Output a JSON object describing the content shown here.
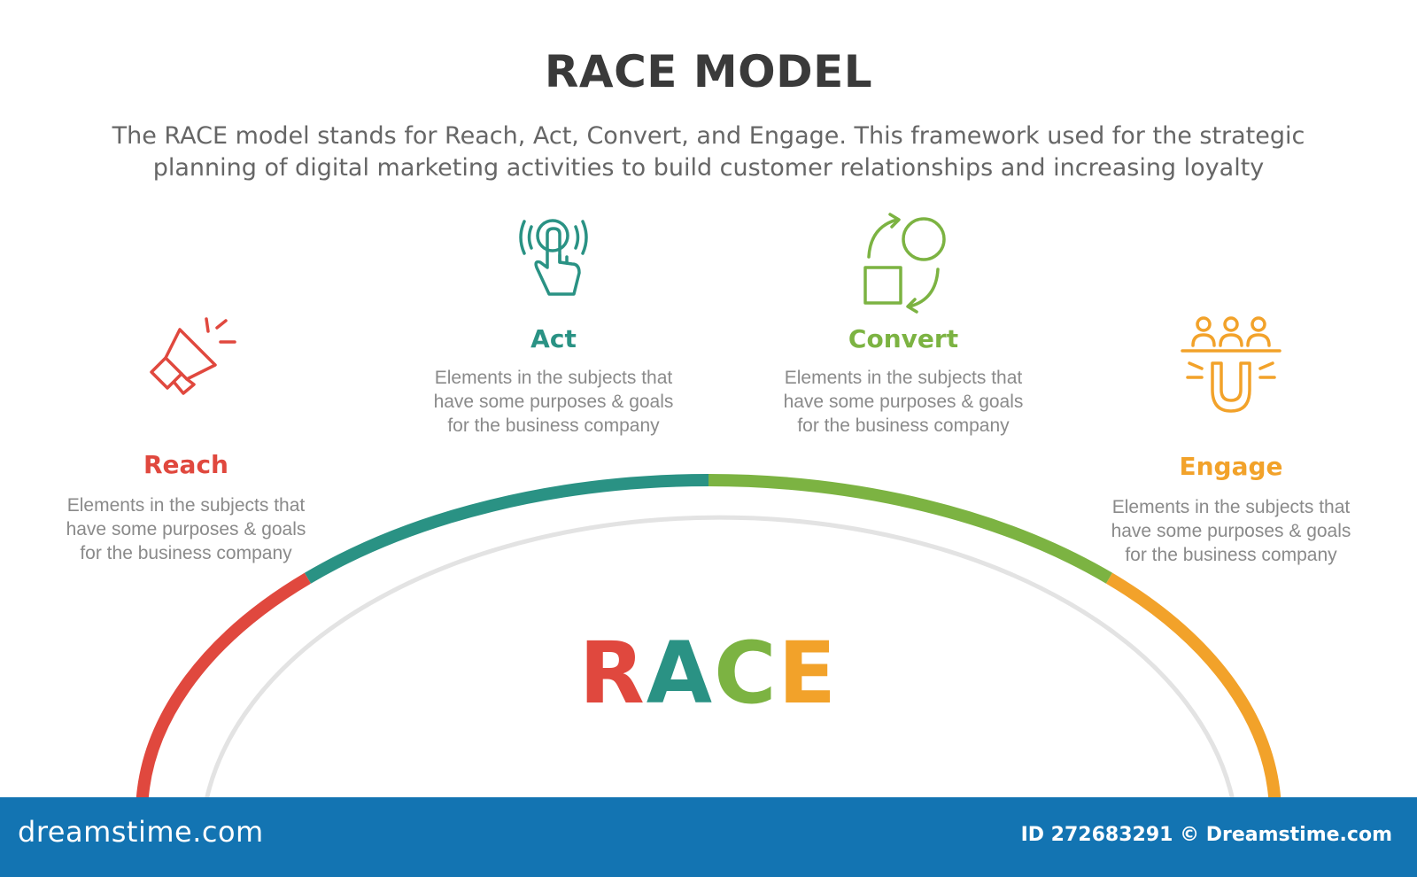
{
  "title": "RACE MODEL",
  "subtitle": "The RACE model stands for Reach, Act, Convert, and Engage. This framework used for the strategic planning of digital marketing activities to build customer relationships and increasing loyalty",
  "stages": [
    {
      "label": "Reach",
      "icon": "megaphone-icon",
      "color": "#e0483e",
      "desc_lines": [
        "Elements in the subjects that",
        "have  some purposes & goals",
        "for the  business company"
      ]
    },
    {
      "label": "Act",
      "icon": "touch-hand-icon",
      "color": "#2a9284",
      "desc_lines": [
        "Elements in the subjects that",
        "have  some purposes & goals",
        "for the  business company"
      ]
    },
    {
      "label": "Convert",
      "icon": "shape-cycle-icon",
      "color": "#7cb342",
      "desc_lines": [
        "Elements in the subjects that",
        "have  some purposes & goals",
        "for the  business company"
      ]
    },
    {
      "label": "Engage",
      "icon": "people-magnet-icon",
      "color": "#f2a22a",
      "desc_lines": [
        "Elements in the subjects that",
        "have  some purposes & goals",
        "for the  business company"
      ]
    }
  ],
  "center": {
    "letters": [
      "R",
      "A",
      "C",
      "E"
    ],
    "colors": [
      "#e0483e",
      "#2a9284",
      "#7cb342",
      "#f2a22a"
    ]
  },
  "inner_arc_color": "#e3e3e3",
  "footer": {
    "brand": "dreamstime.com",
    "stock_id": "ID 272683291 © Dreamstime.com",
    "background": "#1374b2"
  }
}
